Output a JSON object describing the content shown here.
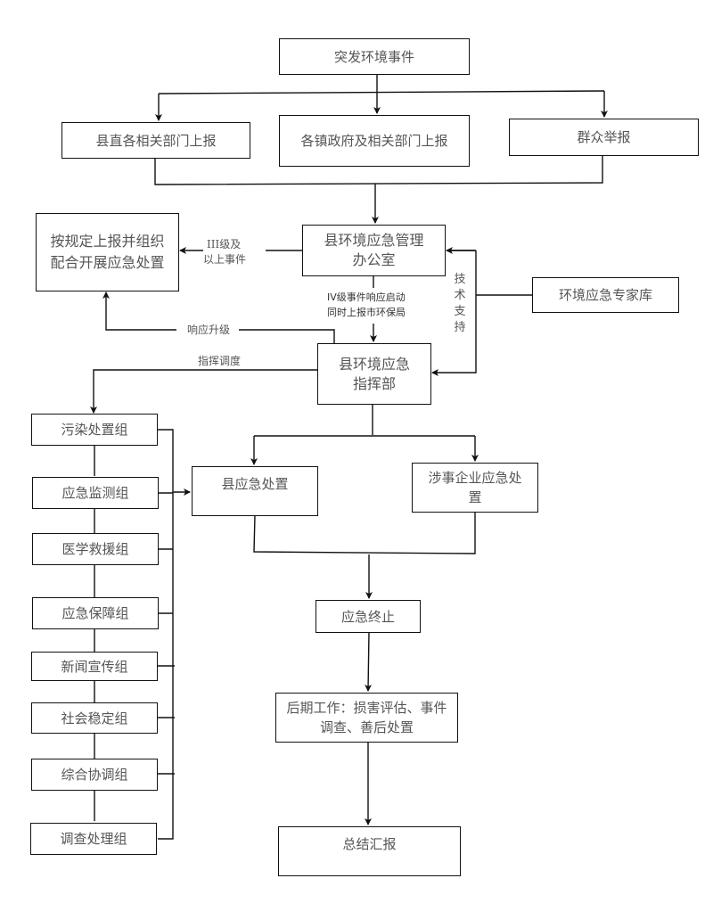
{
  "diagram": {
    "nodes": {
      "event": "突发环境事件",
      "county_depts": "县直各相关部门上报",
      "towns": "各镇政府及相关部门上报",
      "public": "群众举报",
      "report_higher": "按规定上报并组织配合开展应急处置",
      "office": "县环境应急管理办公室",
      "experts": "环境应急专家库",
      "command": "县环境应急指挥部",
      "county_response": "县应急处置",
      "enterprise_response": "涉事企业应急处置",
      "terminate": "应急终止",
      "aftermath": "后期工作：损害评估、事件调查、善后处置",
      "summary": "总结汇报"
    },
    "groups": [
      "污染处置组",
      "应急监测组",
      "医学救援组",
      "应急保障组",
      "新闻宣传组",
      "社会稳定组",
      "综合协调组",
      "调查处理组"
    ],
    "edge_labels": {
      "level3_line1": "III级及",
      "level3_line2": "以上事件",
      "level4_line1": "IV级事件响应启动",
      "level4_line2": "同时上报市环保局",
      "tech_support": "技术支持",
      "escalate": "响应升级",
      "dispatch": "指挥调度"
    },
    "colors": {
      "line": "#111111",
      "text": "#555555",
      "background": "#ffffff"
    }
  }
}
